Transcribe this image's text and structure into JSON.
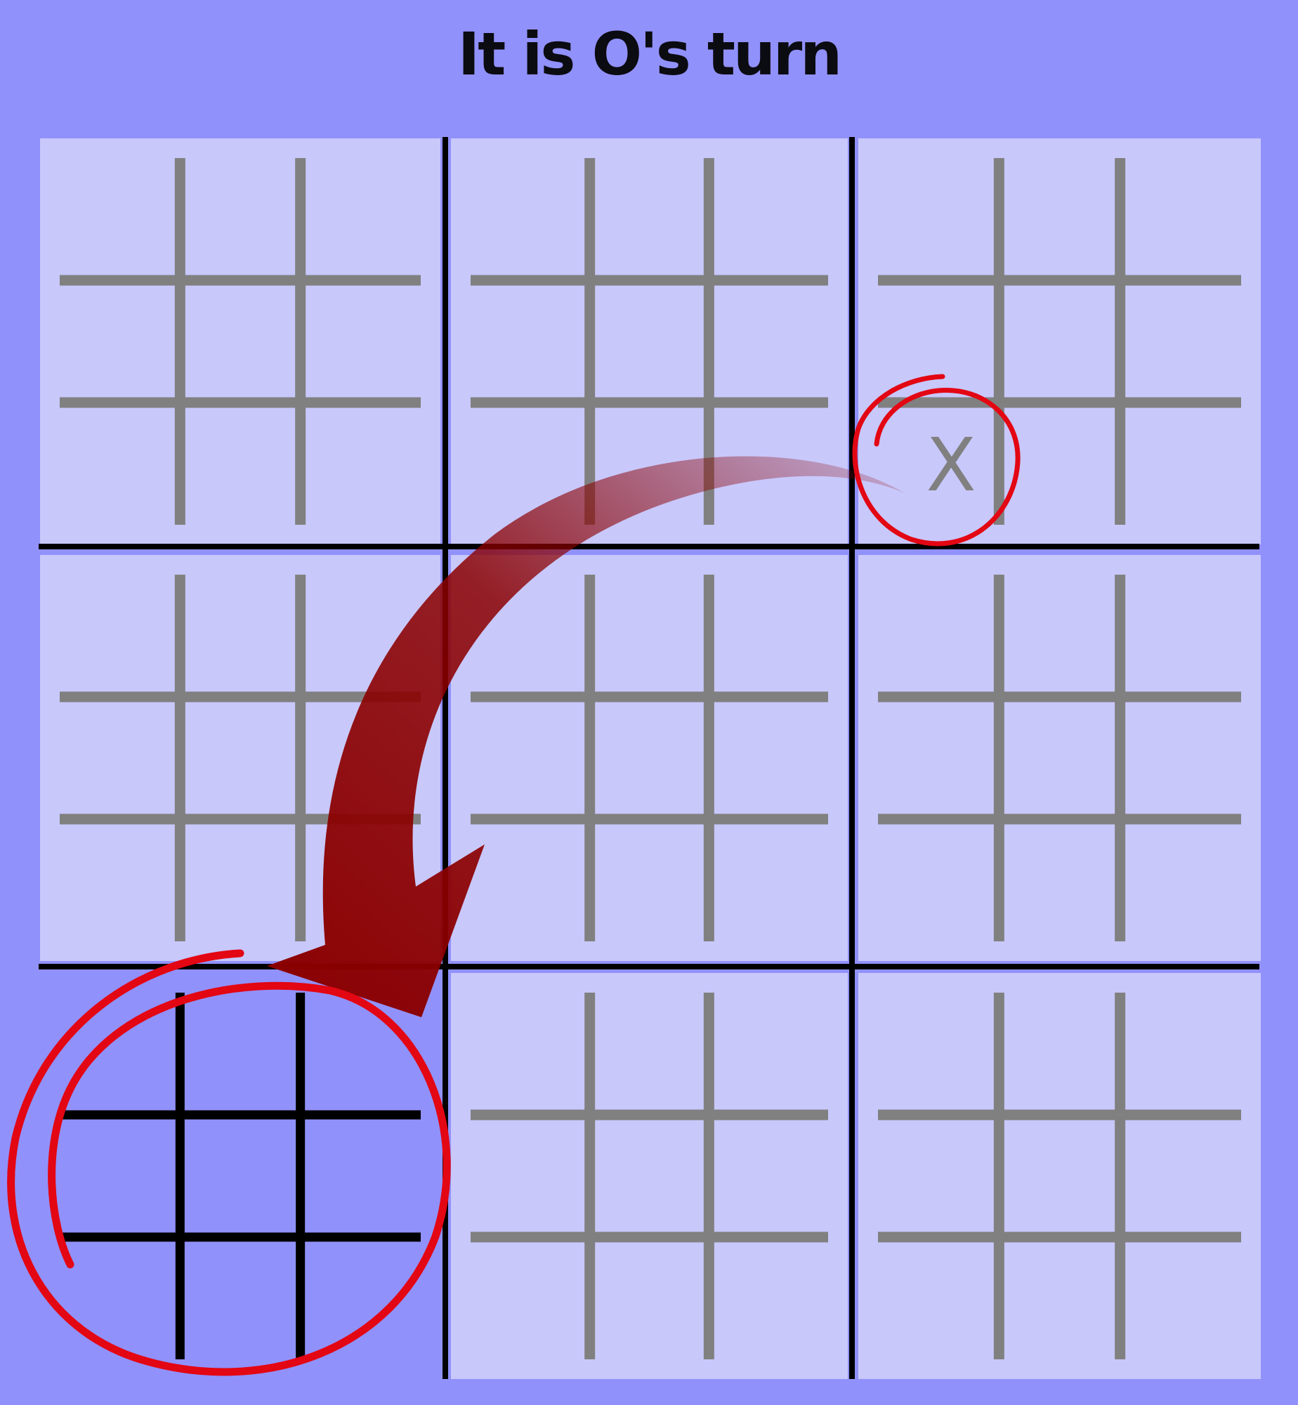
{
  "status": {
    "text": "It is O's turn"
  },
  "colors": {
    "background": "#9191fb",
    "inactive_board": "#c8c8fb",
    "active_board": "#9191fb",
    "inactive_lines": "#808080",
    "active_lines": "#000000",
    "big_grid_lines": "#000000",
    "mark_text": "#808080",
    "highlight_circle": "#e30613",
    "arrow": "#8b0000"
  },
  "board": {
    "active_board_index": 6,
    "boards": [
      {
        "index": 0,
        "cells": [
          "",
          "",
          "",
          "",
          "",
          "",
          "",
          "",
          ""
        ]
      },
      {
        "index": 1,
        "cells": [
          "",
          "",
          "",
          "",
          "",
          "",
          "",
          "",
          ""
        ]
      },
      {
        "index": 2,
        "cells": [
          "",
          "",
          "",
          "",
          "",
          "",
          "X",
          "",
          ""
        ]
      },
      {
        "index": 3,
        "cells": [
          "",
          "",
          "",
          "",
          "",
          "",
          "",
          "",
          ""
        ]
      },
      {
        "index": 4,
        "cells": [
          "",
          "",
          "",
          "",
          "",
          "",
          "",
          "",
          ""
        ]
      },
      {
        "index": 5,
        "cells": [
          "",
          "",
          "",
          "",
          "",
          "",
          "",
          "",
          ""
        ]
      },
      {
        "index": 6,
        "cells": [
          "",
          "",
          "",
          "",
          "",
          "",
          "",
          "",
          ""
        ]
      },
      {
        "index": 7,
        "cells": [
          "",
          "",
          "",
          "",
          "",
          "",
          "",
          "",
          ""
        ]
      },
      {
        "index": 8,
        "cells": [
          "",
          "",
          "",
          "",
          "",
          "",
          "",
          "",
          ""
        ]
      }
    ]
  },
  "annotations": {
    "last_move": {
      "board": 2,
      "cell": 6
    },
    "arrow": {
      "from_board": 2,
      "to_board": 6
    }
  }
}
